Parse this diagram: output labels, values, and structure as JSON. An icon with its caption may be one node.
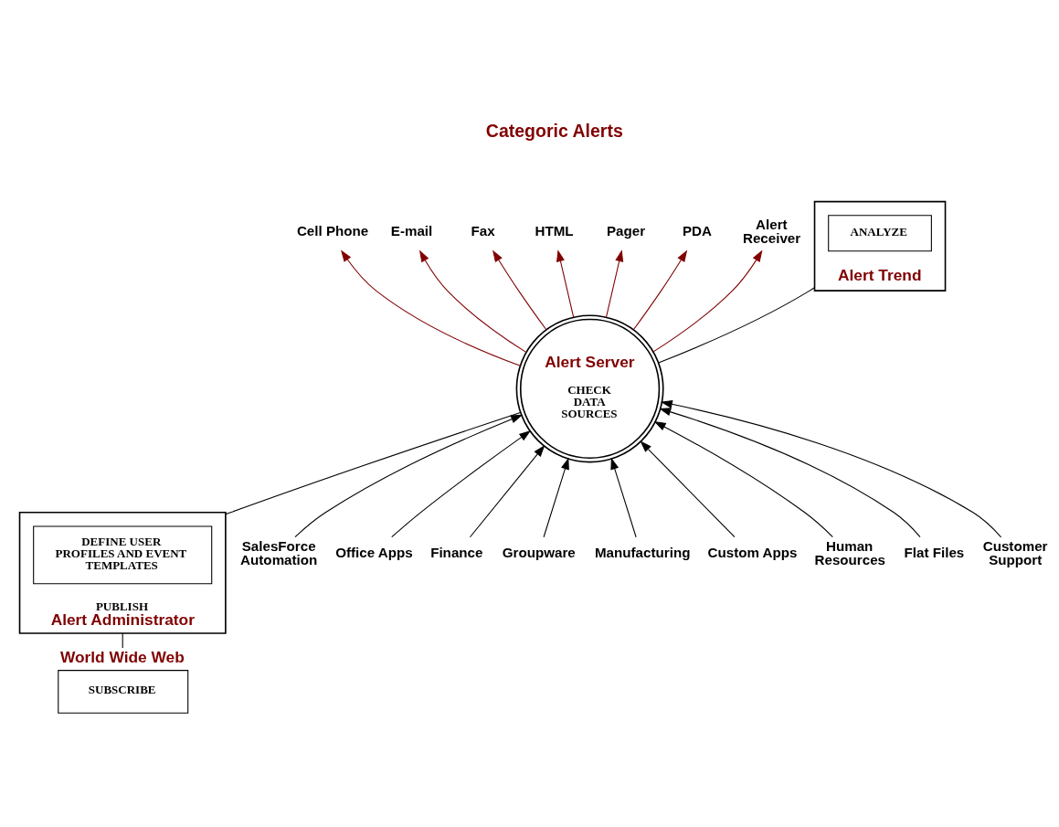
{
  "diagram": {
    "nodes": [
      {
        "text": [
          "Cell Phone"
        ]
      },
      {
        "text": [
          "E-mail"
        ]
      },
      {
        "text": [
          "Fax"
        ]
      },
      {
        "text": [
          "HTML"
        ]
      },
      {
        "text": [
          "Pager"
        ]
      },
      {
        "text": [
          "PDA"
        ]
      },
      {
        "text": [
          "Alert Receiver"
        ]
      },
      {
        "text": [
          "Alert Server",
          "CHECK DATA SOURCES"
        ]
      },
      {
        "text": [
          "World Wide Web",
          "SUBSCRIBE"
        ]
      },
      {
        "text": [
          "PUBLISH",
          "Alert Administrator"
        ]
      },
      {
        "text": [
          "DEFINE USER PROFILES AND EVENT TEMPLATES"
        ],
        "in": 9
      },
      {
        "text": [
          "Alert Trend"
        ]
      },
      {
        "text": [
          "ANALYZE"
        ],
        "in": 11
      },
      {
        "text": [
          "SalesForce Automation"
        ]
      },
      {
        "text": [
          "Office Apps"
        ]
      },
      {
        "text": [
          "Finance"
        ]
      },
      {
        "text": [
          "Groupware"
        ]
      },
      {
        "text": [
          "Manufacturing"
        ]
      },
      {
        "text": [
          "Custom Apps"
        ]
      },
      {
        "text": [
          "Human Resources"
        ]
      },
      {
        "text": [
          "Flat Files"
        ]
      },
      {
        "text": [
          "Customer Support"
        ]
      }
    ],
    "edges": [
      {
        "from": 7,
        "to": 0,
        "arrow": "to",
        "color": "#800000"
      },
      {
        "from": 7,
        "to": 1,
        "arrow": "to",
        "color": "#800000"
      },
      {
        "from": 7,
        "to": 2,
        "arrow": "to",
        "color": "#800000"
      },
      {
        "from": 7,
        "to": 3,
        "arrow": "to",
        "color": "#800000"
      },
      {
        "from": 7,
        "to": 4,
        "arrow": "to",
        "color": "#800000"
      },
      {
        "from": 7,
        "to": 5,
        "arrow": "to",
        "color": "#800000"
      },
      {
        "from": 7,
        "to": 6,
        "arrow": "to",
        "color": "#800000"
      },
      {
        "from": 8,
        "to": 9,
        "arrow": "none"
      },
      {
        "from": 9,
        "to": 7,
        "arrow": "none"
      },
      {
        "from": 7,
        "to": 11,
        "arrow": "none"
      },
      {
        "from": 13,
        "to": 7,
        "arrow": "to"
      },
      {
        "from": 14,
        "to": 7,
        "arrow": "to"
      },
      {
        "from": 15,
        "to": 7,
        "arrow": "to"
      },
      {
        "from": 16,
        "to": 7,
        "arrow": "to"
      },
      {
        "from": 17,
        "to": 7,
        "arrow": "to"
      },
      {
        "from": 18,
        "to": 7,
        "arrow": "to"
      },
      {
        "from": 19,
        "to": 7,
        "arrow": "to"
      },
      {
        "from": 20,
        "to": 7,
        "arrow": "to"
      },
      {
        "from": 21,
        "to": 7,
        "arrow": "to"
      }
    ],
    "labels": [
      "Categoric Alerts"
    ]
  }
}
